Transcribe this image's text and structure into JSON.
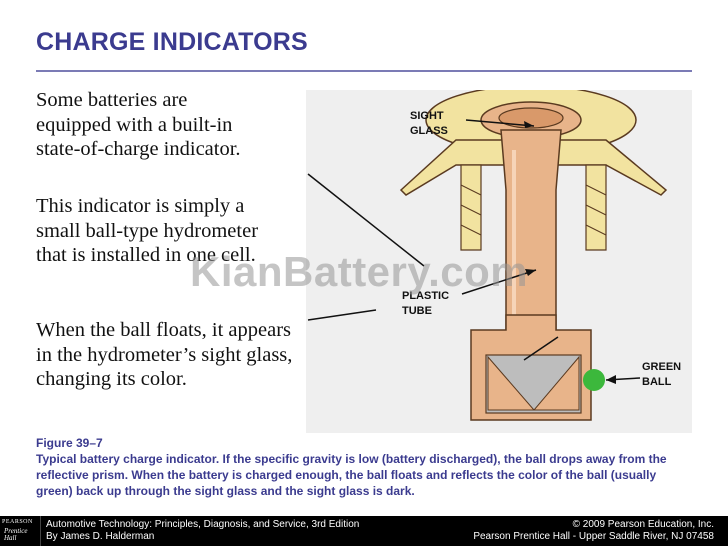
{
  "slide": {
    "title": "CHARGE INDICATORS",
    "paragraphs": [
      "Some batteries are\nequipped with a built-in\nstate-of-charge indicator.",
      "This indicator is simply a\nsmall ball-type hydrometer\nthat is installed in one cell.",
      "When the ball floats, it appears\nin the hydrometer’s sight glass,\nchanging its color."
    ]
  },
  "figure": {
    "labels": {
      "sight_glass_1": "SIGHT",
      "sight_glass_2": "GLASS",
      "plastic_tube_1": "PLASTIC",
      "plastic_tube_2": "TUBE",
      "green_ball_1": "GREEN",
      "green_ball_2": "BALL"
    },
    "colors": {
      "tube": "#e8b48a",
      "flange": "#f2e3a0",
      "tube_outline": "#5a3a20",
      "ball": "#3cb83c",
      "background": "#efefef"
    }
  },
  "watermark": "KianBattery.com",
  "caption": {
    "label": "Figure 39–7",
    "text": "Typical battery charge indicator. If the specific gravity is low (battery discharged), the ball drops away from the reflective prism. When the battery is charged enough, the ball floats and reflects the color of the ball (usually green) back up through the sight glass and the sight glass is dark."
  },
  "footer": {
    "logo_top": "PEARSON",
    "logo_line1": "Prentice",
    "logo_line2": "Hall",
    "left_line1": "Automotive Technology: Principles, Diagnosis, and Service, 3rd Edition",
    "left_line2": "By James D. Halderman",
    "right_line1": "© 2009 Pearson Education, Inc.",
    "right_line2": "Pearson Prentice Hall - Upper Saddle River, NJ 07458"
  }
}
